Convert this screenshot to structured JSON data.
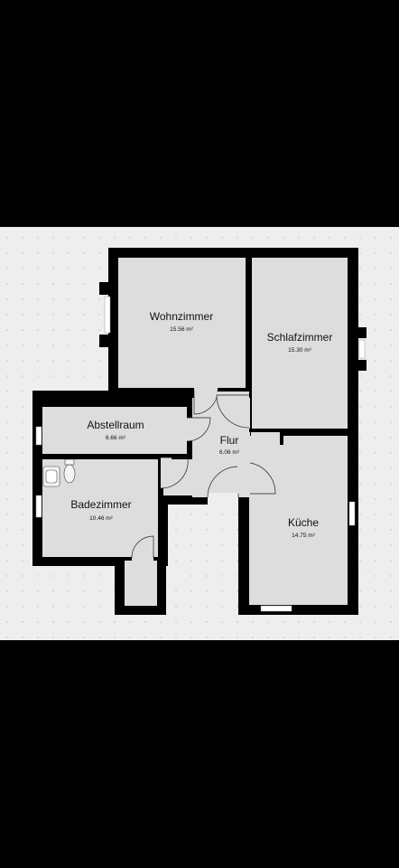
{
  "rooms": [
    {
      "id": "wohnzimmer",
      "name": "Wohnzimmer",
      "area": "15.56 m²"
    },
    {
      "id": "schlafzimmer",
      "name": "Schlafzimmer",
      "area": "15.30 m²"
    },
    {
      "id": "abstellraum",
      "name": "Abstellraum",
      "area": "6.66 m²"
    },
    {
      "id": "flur",
      "name": "Flur",
      "area": "6.06 m²"
    },
    {
      "id": "badezimmer",
      "name": "Badezimmer",
      "area": "10.46 m²"
    },
    {
      "id": "kueche",
      "name": "Küche",
      "area": "14.75 m²"
    }
  ],
  "colors": {
    "outer_background": "#000000",
    "plan_background": "#eeeeee",
    "grid_dot": "#c9c9d6",
    "floor": "#dddddd",
    "wall": "#000000",
    "window": "#ffffff"
  }
}
